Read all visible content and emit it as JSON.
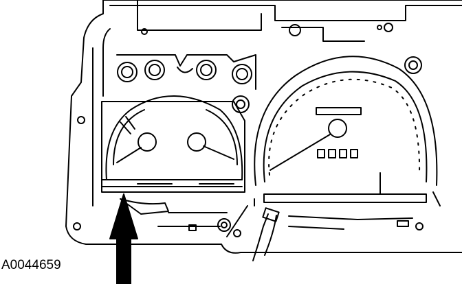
{
  "figure": {
    "reference_code": "A0044659"
  },
  "colors": {
    "ink": "#000000",
    "paper": "#ffffff"
  },
  "parts": {
    "left_gauge_cluster": "gauge-cluster-small",
    "right_gauge_cluster": "speedometer",
    "indicator_arrow": "arrow-up"
  }
}
